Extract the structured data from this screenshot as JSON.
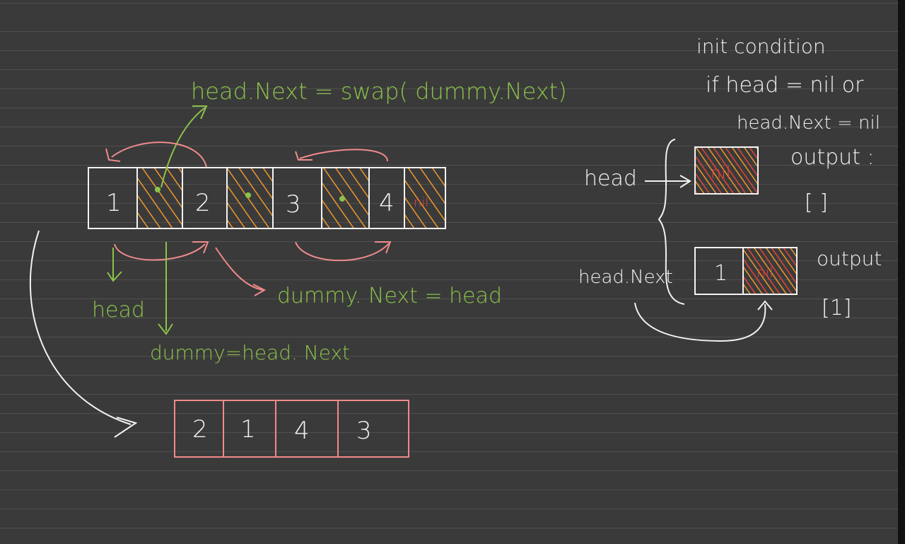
{
  "colors": {
    "background": "#3a3a3a",
    "ruled_line": "#4f4f4f",
    "ink_white": "#f2f2f2",
    "ink_green": "#8bc34a",
    "ink_pink": "#f08a8a",
    "ink_orange": "#f0962a",
    "ink_red": "#e8453c"
  },
  "notes": {
    "swap_formula": "head.Next = swap( dummy.Next)",
    "head_label": "head",
    "dummy_assign": "dummy=head. Next",
    "dummy_next_assign": "dummy. Next = head"
  },
  "list_top": {
    "values": [
      "1",
      "2",
      "3",
      "4"
    ],
    "tail_value": "nil"
  },
  "list_result": {
    "values": [
      "2",
      "1",
      "4",
      "3"
    ]
  },
  "init_condition": {
    "title": "init condition",
    "line1": "if head = nil or",
    "line2": "head.Next = nil"
  },
  "case_head": {
    "label": "head",
    "node_value": "nil",
    "output_label": "output :",
    "output_value": "[ ]"
  },
  "case_head_next": {
    "label": "head.Next",
    "node_value": "1",
    "node_next": "nil",
    "output_label": "output",
    "output_value": "[1]"
  }
}
